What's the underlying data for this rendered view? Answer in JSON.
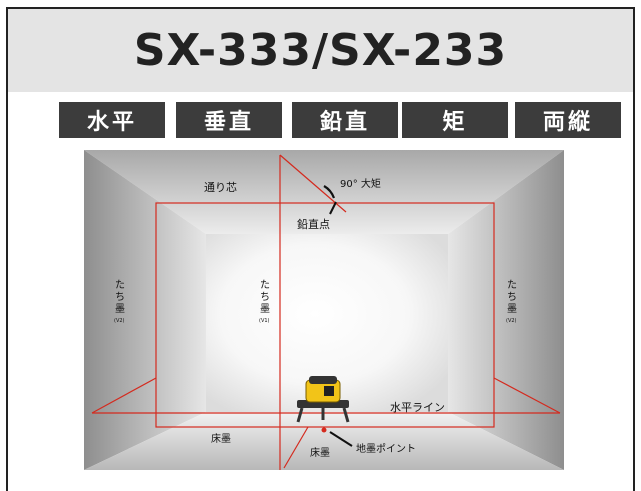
{
  "title": "SX-333/SX-233",
  "badges": [
    "水平",
    "垂直",
    "鉛直",
    "矩",
    "両縦"
  ],
  "diagram": {
    "labels": {
      "toori_shin": "通り芯",
      "right_angle": "90°  大矩",
      "plumb_point": "鉛直点",
      "tachi_left": [
        "た",
        "ち",
        "墨"
      ],
      "tachi_left_sub": "(V2)",
      "tachi_center": [
        "た",
        "ち",
        "墨"
      ],
      "tachi_center_sub": "(V1)",
      "tachi_right": [
        "た",
        "ち",
        "墨"
      ],
      "tachi_right_sub": "(V2)",
      "horizontal_line": "水平ライン",
      "floor_left": "床墨",
      "floor_bottom": "床墨",
      "ground_point": "地墨ポイント"
    },
    "colors": {
      "laser": "#d42a1e",
      "device": "#f2c418"
    }
  }
}
